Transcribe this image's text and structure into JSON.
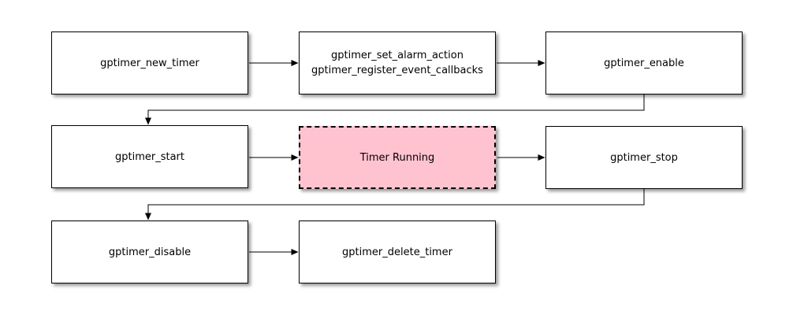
{
  "nodes": {
    "new_timer": {
      "label": "gptimer_new_timer"
    },
    "config": {
      "lines": [
        "gptimer_set_alarm_action",
        "gptimer_register_event_callbacks"
      ]
    },
    "enable": {
      "label": "gptimer_enable"
    },
    "start": {
      "label": "gptimer_start"
    },
    "running": {
      "label": "Timer Running"
    },
    "stop": {
      "label": "gptimer_stop"
    },
    "disable": {
      "label": "gptimer_disable"
    },
    "delete_timer": {
      "label": "gptimer_delete_timer"
    }
  },
  "colors": {
    "background": "#ffffff",
    "node_fill": "#ffffff",
    "node_border": "#000000",
    "running_fill": "#ffc3cf",
    "arrow": "#000000"
  }
}
